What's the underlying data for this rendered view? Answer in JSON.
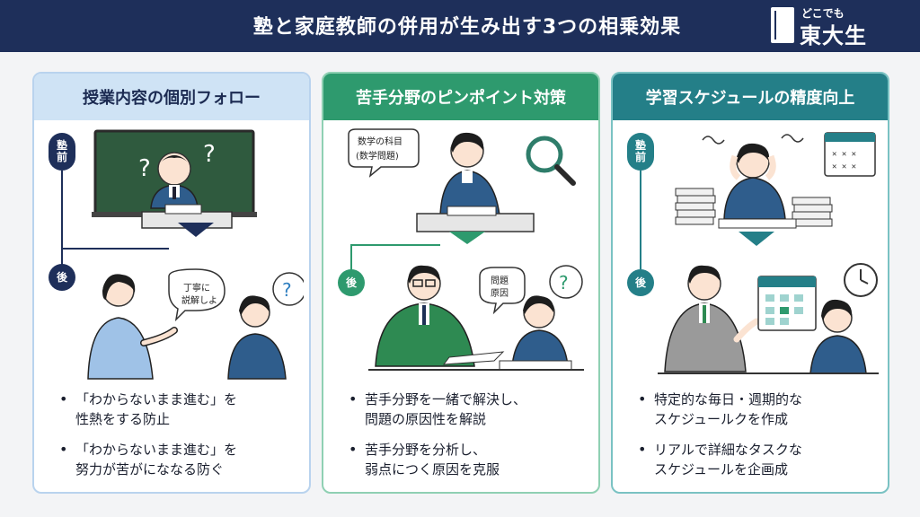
{
  "header": {
    "title": "塾と家庭教師の併用が生み出す3つの相乗効果",
    "logo_top": "どこでも",
    "logo_main": "東大生"
  },
  "cards": [
    {
      "title": "授業内容の個別フォロー",
      "before_badge": "塾\n前",
      "after_badge": "後",
      "speech": "丁寧に\n説解しよ",
      "question_mark": "?",
      "bullets": [
        "「わからないまま進む」を\n性熱をする防止",
        "「わからないまま進む」を\n努力が苦がにななる防ぐ"
      ]
    },
    {
      "title": "苦手分野のピンポイント対策",
      "after_badge": "後",
      "speech_top": "数学の科目\n(数学問題)",
      "speech": "問題\n原因",
      "question_mark": "?",
      "bullets": [
        "苦手分野を一緒で解決し、\n問題の原因性を解説",
        "苦手分野を分析し、\n弱点につく原因を克服"
      ]
    },
    {
      "title": "学習スケジュールの精度向上",
      "before_badge": "塾\n前",
      "after_badge": "後",
      "bullets": [
        "特定的な毎日・週期的な\nスケジュールクを作成",
        "リアルで詳細なタスクな\nスケジュールを企画成"
      ]
    }
  ],
  "colors": {
    "navy": "#1e2f5a",
    "green": "#2e9a6e",
    "teal": "#247f88",
    "light_blue": "#cfe3f5"
  }
}
